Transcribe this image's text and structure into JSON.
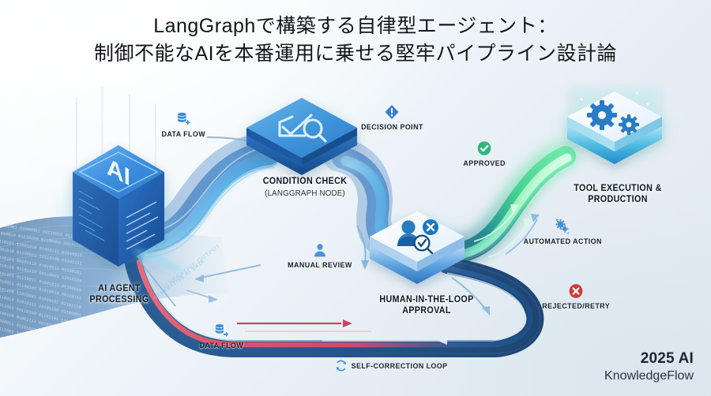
{
  "title": {
    "line1": "LangGraphで構築する自律型エージェント：",
    "line2": "制御不能なAIを本番運用に乗せる堅牢パイプライン設計論"
  },
  "nodes": [
    {
      "id": "ai-agent",
      "label_line1": "AI AGENT",
      "label_line2": "PROCESSING",
      "cube_text": "AI",
      "icon": "ai-cube-icon",
      "color": "#2f7ede"
    },
    {
      "id": "condition-check",
      "label_line1": "CONDITION CHECK",
      "sublabel": "(LANGGRAPH NODE)",
      "icon": "checkmark-magnifier-icon",
      "color": "#2e85d8"
    },
    {
      "id": "human-in-the-loop",
      "label_line1": "HUMAN-IN-THE-LOOP",
      "label_line2": "APPROVAL",
      "icon": "person-review-icon",
      "color": "#f0f7fd"
    },
    {
      "id": "tool-execution",
      "label_line1": "TOOL EXECUTION &",
      "label_line2": "PRODUCTION",
      "icon": "gears-icon",
      "color": "#eef8fd"
    }
  ],
  "annotations": [
    {
      "id": "data-flow-top",
      "text": "DATA FLOW",
      "icon": "database-plus-icon",
      "color": "#3f8fd6"
    },
    {
      "id": "decision-point",
      "text": "DECISION POINT",
      "icon": "exclamation-diamond-icon",
      "color": "#3a7fd0"
    },
    {
      "id": "approved",
      "text": "APPROVED",
      "icon": "check-circle-icon",
      "color": "#33b57f"
    },
    {
      "id": "automated-action",
      "text": "AUTOMATED ACTION",
      "icon": "gears-small-icon",
      "color": "#4690d8"
    },
    {
      "id": "manual-review",
      "text": "MANUAL REVIEW",
      "icon": "person-icon",
      "color": "#4b93da"
    },
    {
      "id": "data-flow-bottom",
      "text": "DATA FLOW",
      "icon": "database-arrow-icon",
      "color": "#3f8fd6"
    },
    {
      "id": "rejected-retry",
      "text": "REJECTED/RETRY",
      "icon": "x-circle-icon",
      "color": "#cf3a3a"
    },
    {
      "id": "self-correction",
      "text": "SELF-CORRECTION LOOP",
      "icon": "refresh-loop-icon",
      "color": "#3f93dc"
    }
  ],
  "pipeline_paths": [
    {
      "id": "ai-to-condition",
      "from": "ai-agent",
      "to": "condition-check",
      "style": "data-ribbon-blue"
    },
    {
      "id": "condition-to-human",
      "from": "condition-check",
      "to": "human-in-the-loop",
      "style": "data-ribbon-blue"
    },
    {
      "id": "human-to-tool-approved",
      "from": "human-in-the-loop",
      "to": "tool-execution",
      "style": "ribbon-green"
    },
    {
      "id": "human-reject-loop",
      "from": "human-in-the-loop",
      "to": "ai-agent",
      "style": "ribbon-red-loop"
    }
  ],
  "watermark": {
    "top": "2025 AI",
    "bottom": "KnowledgeFlow"
  }
}
